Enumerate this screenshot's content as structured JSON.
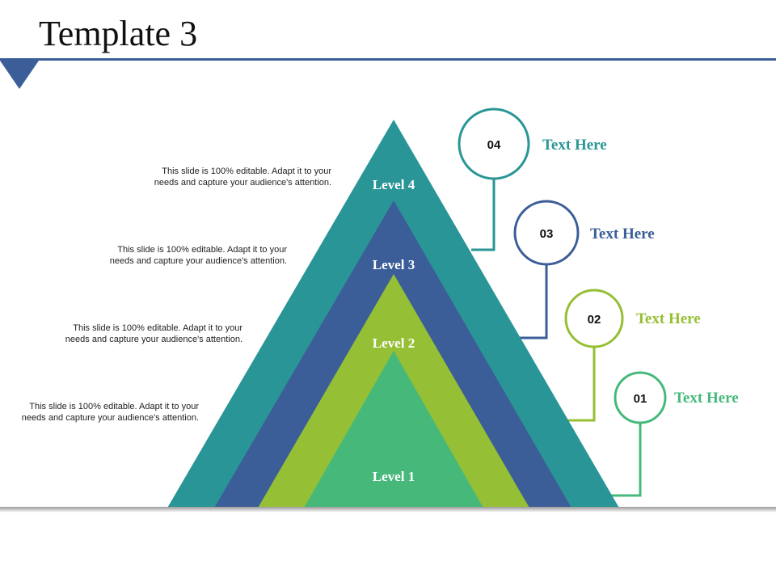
{
  "title": "Template 3",
  "colors": {
    "teal": "#2a9596",
    "blue": "#3b5d98",
    "lime": "#95bf35",
    "green": "#46b97a",
    "header_line": "#3b5d98"
  },
  "levels": [
    {
      "label": "Level 4",
      "number": "04",
      "heading": "Text Here",
      "description": "This slide is 100% editable. Adapt it to your needs and capture your audience's attention."
    },
    {
      "label": "Level 3",
      "number": "03",
      "heading": "Text Here",
      "description": "This slide is 100% editable. Adapt it to your needs and capture your audience's attention."
    },
    {
      "label": "Level 2",
      "number": "02",
      "heading": "Text Here",
      "description": "This slide is 100% editable. Adapt it to your needs and capture your audience's attention."
    },
    {
      "label": "Level 1",
      "number": "01",
      "heading": "Text Here",
      "description": "This slide is 100% editable. Adapt it to your needs and capture your audience's attention."
    }
  ]
}
